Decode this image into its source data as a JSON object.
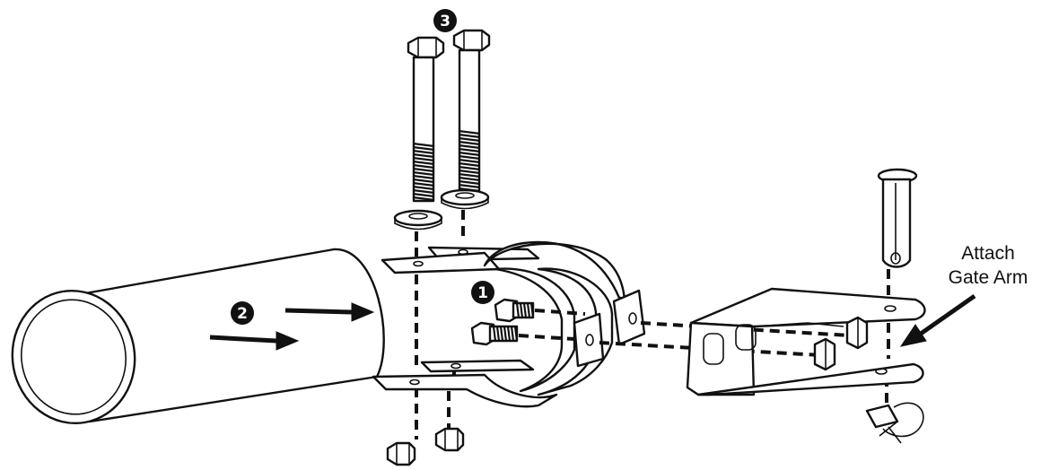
{
  "diagram": {
    "steps": [
      {
        "number": "1",
        "part": "carriage-bolts"
      },
      {
        "number": "2",
        "part": "pipe-insertion"
      },
      {
        "number": "3",
        "part": "long-hex-bolts"
      }
    ],
    "callout": {
      "line1": "Attach",
      "line2": "Gate Arm"
    },
    "colors": {
      "ink": "#111111",
      "paper": "#ffffff"
    }
  }
}
